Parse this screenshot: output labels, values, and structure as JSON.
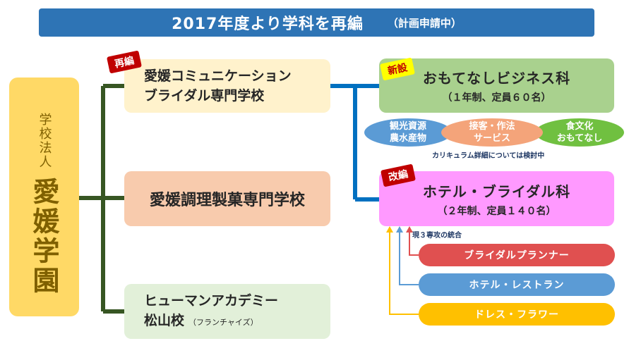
{
  "banner": {
    "title": "2017年度より学科を再編",
    "note": "（計画申請中）"
  },
  "corporation": {
    "subtitle": "学校法人",
    "name": "愛媛学園"
  },
  "schools": [
    {
      "line1": "愛媛コミュニケーション",
      "line2": "ブライダル専門学校",
      "tag": "再編"
    },
    {
      "line1": "愛媛調理製菓専門学校"
    },
    {
      "line1": "ヒューマンアカデミー",
      "line2": "松山校",
      "line2_note": "（フランチャイズ）"
    }
  ],
  "departments": [
    {
      "tag": "新設",
      "title": "おもてなしビジネス科",
      "detail": "（１年制、定員６０名）"
    },
    {
      "tag": "改編",
      "title": "ホテル・ブライダル科",
      "detail": "（２年制、定員１４０名）"
    }
  ],
  "subjects": [
    {
      "line1": "観光資源",
      "line2": "農水産物"
    },
    {
      "line1": "接客・作法",
      "line2": "サービス"
    },
    {
      "line1": "食文化",
      "line2": "おもてなし"
    }
  ],
  "curriculum_note": "カリキュラム詳細については検討中",
  "integration_note": "現３専攻の統合",
  "majors": [
    "ブライダルプランナー",
    "ホテル・レストラン",
    "ドレス・フラワー"
  ],
  "colors": {
    "banner": "#2e74b5",
    "corporation": "#ffd966",
    "tree_line": "#375623",
    "link_line": "#0070c0",
    "school1": "#fff2cc",
    "school2": "#f8cbad",
    "school3": "#e2f0d9",
    "dept1": "#a9d18e",
    "dept2": "#ff99ff",
    "major1": "#e05050",
    "major2": "#5b9bd5",
    "major3": "#ffc000"
  }
}
